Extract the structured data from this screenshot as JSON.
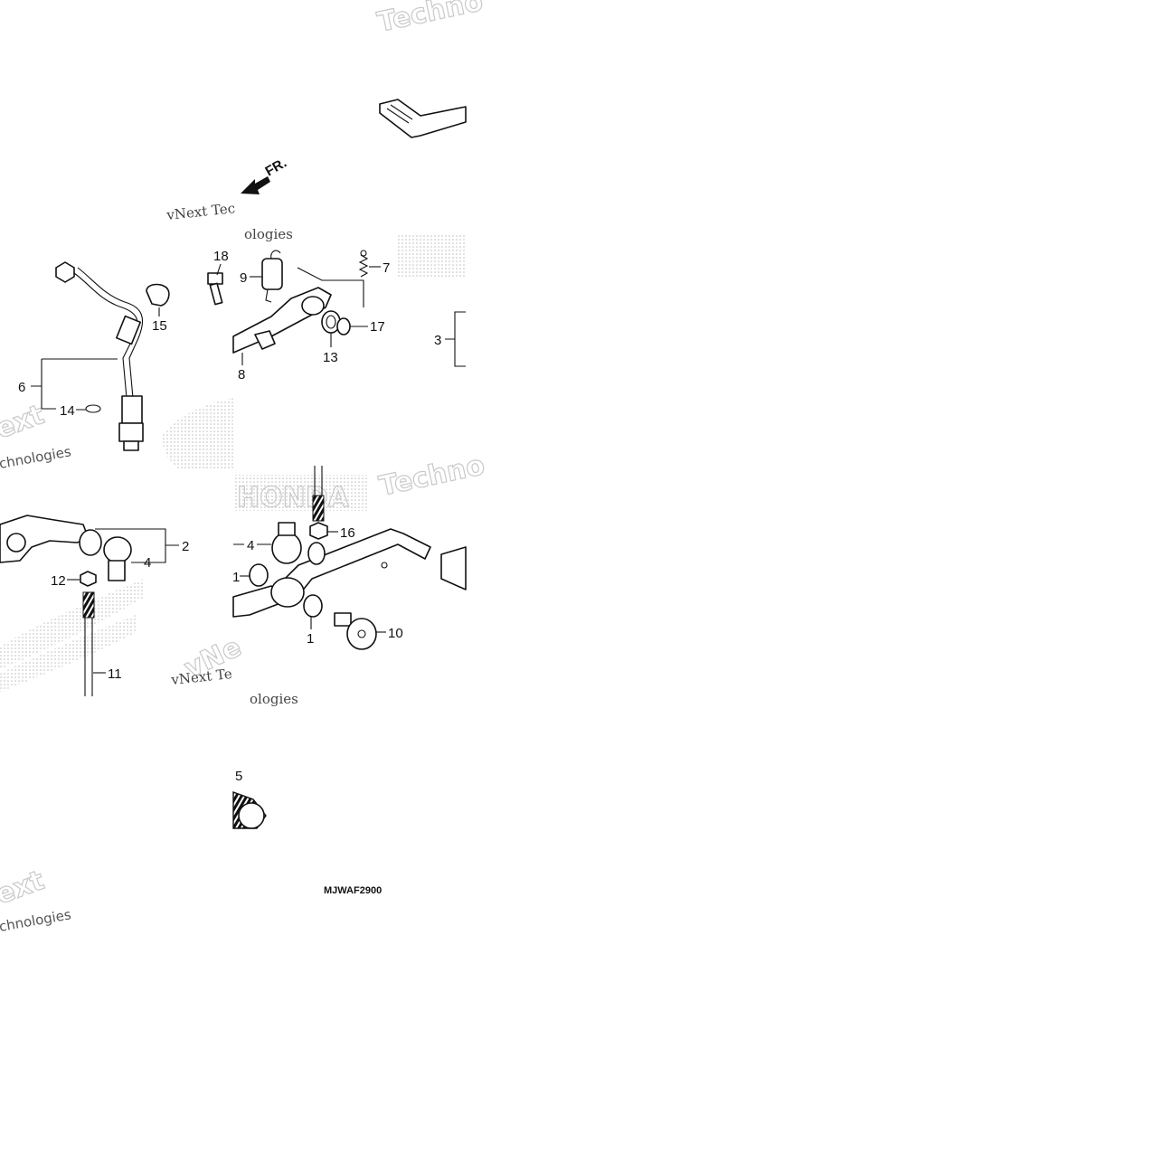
{
  "diagram": {
    "code": "MJWAF2900",
    "direction_label": "FR.",
    "callouts": {
      "c1a": "1",
      "c1b": "1",
      "c2": "2",
      "c3": "3",
      "c4a": "4",
      "c4b": "4",
      "c5": "5",
      "c6": "6",
      "c7": "7",
      "c8": "8",
      "c9": "9",
      "c10": "10",
      "c11": "11",
      "c12": "12",
      "c13": "13",
      "c14": "14",
      "c15": "15",
      "c16": "16",
      "c17": "17",
      "c18": "18"
    },
    "watermarks": {
      "w1": "Techno",
      "w2": "vNext Tec",
      "w3": "ologies",
      "w4": "Techno",
      "w5": "vNe",
      "w6": "ext",
      "w7": "chnologies",
      "w8": "vNext Te",
      "w9": "ologies",
      "w10": "ext",
      "w11": "chnologies",
      "w12": "HONDA"
    }
  }
}
